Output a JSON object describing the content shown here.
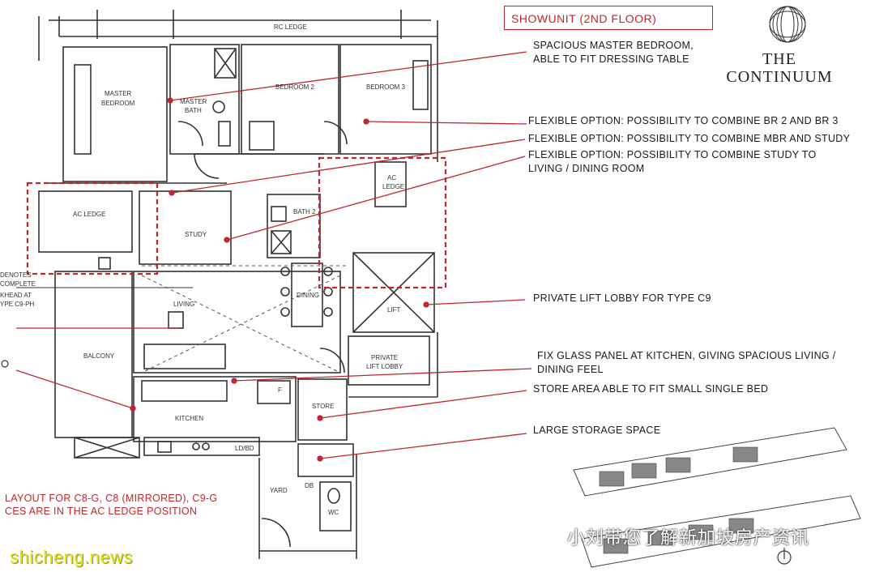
{
  "header": {
    "show_unit": "SHOWUNIT (2ND FLOOR)",
    "brand_line1": "THE",
    "brand_line2": "CONTINUUM"
  },
  "colors": {
    "accent_red": "#c0262d",
    "plan_line": "#333333",
    "watermark_yellow": "#e6e600"
  },
  "plan_labels": {
    "rc_ledge": "RC LEDGE",
    "master_bedroom_1": "MASTER",
    "master_bedroom_2": "BEDROOM",
    "master_bath_1": "MASTER",
    "master_bath_2": "BATH",
    "bedroom2": "BEDROOM 2",
    "bedroom3": "BEDROOM 3",
    "ac_ledge_left": "AC LEDGE",
    "ac_ledge_right_1": "AC",
    "ac_ledge_right_2": "LEDGE",
    "study": "STUDY",
    "bath2": "BATH 2",
    "dining": "DINING",
    "living": "LIVING",
    "balcony": "BALCONY",
    "private_lift_lobby_1": "PRIVATE",
    "private_lift_lobby_2": "LIFT LOBBY",
    "kitchen": "KITCHEN",
    "store": "STORE",
    "yard": "YARD",
    "wc": "WC",
    "db": "DB",
    "f": "F",
    "ldbd": "LD/BD",
    "lift": "LIFT"
  },
  "left_notes": [
    "DENOTES",
    "COMPLETE",
    "KHEAD AT",
    "YPE C9-PH"
  ],
  "annotations": [
    {
      "lines": [
        "SPACIOUS MASTER BEDROOM,",
        "ABLE TO FIT DRESSING TABLE"
      ]
    },
    {
      "lines": [
        "FLEXIBLE OPTION: POSSIBILITY TO COMBINE BR 2 AND BR 3"
      ]
    },
    {
      "lines": [
        "FLEXIBLE OPTION: POSSIBILITY TO COMBINE MBR AND STUDY"
      ]
    },
    {
      "lines": [
        "FLEXIBLE OPTION: POSSIBILITY TO COMBINE STUDY TO",
        "LIVING / DINING ROOM"
      ]
    },
    {
      "lines": [
        "PRIVATE LIFT LOBBY FOR TYPE C9"
      ]
    },
    {
      "lines": [
        "FIX GLASS PANEL AT KITCHEN, GIVING SPACIOUS LIVING /",
        "DINING FEEL"
      ]
    },
    {
      "lines": [
        "STORE AREA ABLE TO FIT SMALL SINGLE BED"
      ]
    },
    {
      "lines": [
        "LARGE STORAGE SPACE"
      ]
    }
  ],
  "footnote": {
    "line1": "LAYOUT FOR C8-G, C8 (MIRRORED), C9-G",
    "line2": "CES ARE IN THE AC LEDGE POSITION"
  },
  "watermark": {
    "site": "shicheng.news",
    "wechat": "小刘带您了解新加坡房产资讯"
  }
}
